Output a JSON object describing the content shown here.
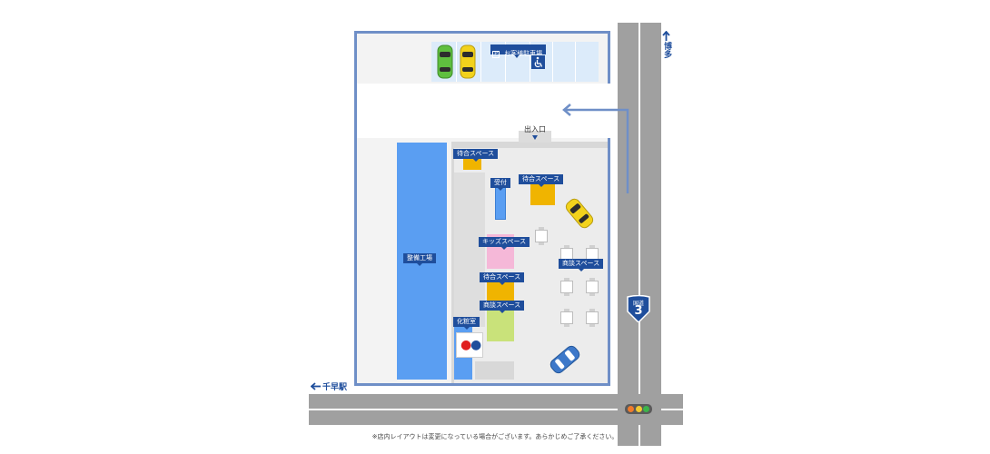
{
  "map": {
    "labels": {
      "parking": "お客様駐車場",
      "entrance": "出入口",
      "waiting_1": "待合スペース",
      "reception": "受付",
      "waiting_2": "待合スペース",
      "kids": "キッズスペース",
      "waiting_3": "待合スペース",
      "consult_1": "商談スペース",
      "consult_2": "商談スペース",
      "restroom": "化粧室",
      "service_shop": "整備工場"
    },
    "directions": {
      "hakata": "博多",
      "chihaya": "千早駅"
    },
    "route": {
      "top": "国道",
      "number": "3"
    },
    "footnote": "※店内レイアウトは変更になっている場合がございます。あらかじめご了承ください。"
  },
  "icons": {
    "parking": "parking-p-icon",
    "accessible": "wheelchair-icon",
    "restroom": "restroom-icon",
    "arrow_up": "arrow-up-icon",
    "arrow_left": "arrow-left-icon",
    "traffic_light": "traffic-light-icon"
  },
  "colors": {
    "road": "#a0a0a0",
    "lot_border": "#6f8fc7",
    "label_bg": "#1f4e9c",
    "service_shop": "#5a9ef2",
    "reception": "#5a9ef2",
    "waiting": "#f0b400",
    "kids": "#f5b8d8",
    "consult": "#c9e27a",
    "parking_area": "#dcebfa"
  }
}
